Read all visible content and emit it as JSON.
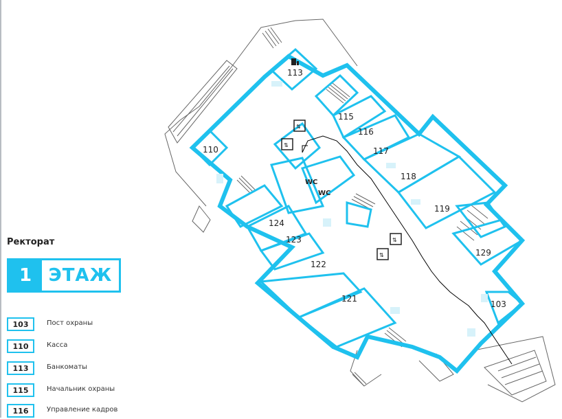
{
  "building": {
    "title": "Ректорат"
  },
  "floor": {
    "number": "1",
    "word": "ЭТАЖ"
  },
  "rooms": {
    "r113": "113",
    "r115": "115",
    "r116": "116",
    "r117": "117",
    "r118": "118",
    "r110": "110",
    "r119": "119",
    "r124": "124",
    "r123": "123",
    "r122": "122",
    "r121": "121",
    "r129": "129",
    "r103": "103",
    "wc1": "WC",
    "wc2": "WC"
  },
  "legend": [
    {
      "number": "103",
      "label": "Пост охраны"
    },
    {
      "number": "110",
      "label": "Касса"
    },
    {
      "number": "113",
      "label": "Банкоматы"
    },
    {
      "number": "115",
      "label": "Начальник охраны"
    },
    {
      "number": "116",
      "label": "Управление кадров"
    }
  ],
  "icons": {
    "elevator": "elevator-icon",
    "atm": "atm-icon",
    "stairs": "stairs-icon"
  },
  "colors": {
    "accent": "#1fc1ee",
    "wall": "#1fc1ee",
    "outline": "#555555",
    "route": "#000000"
  }
}
